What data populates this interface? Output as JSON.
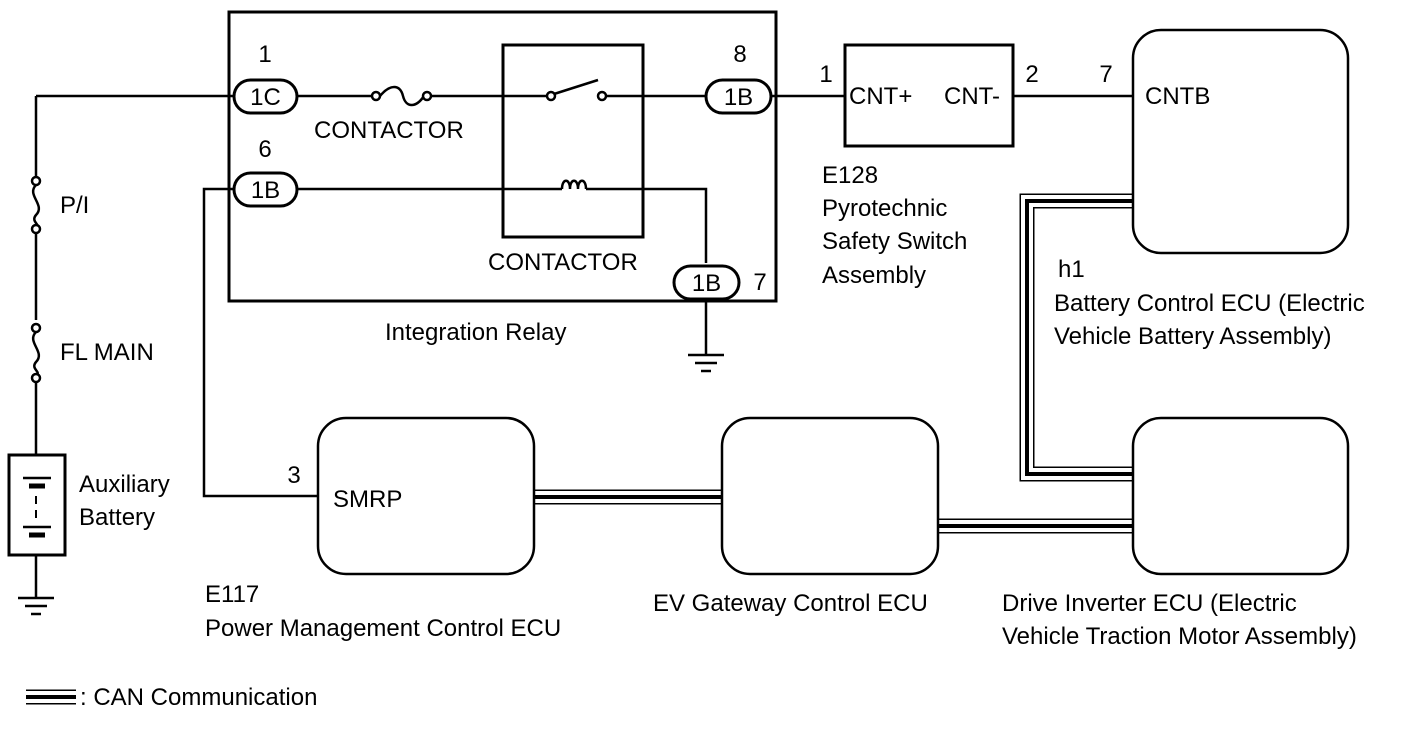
{
  "integration_relay": {
    "label": "Integration Relay",
    "contactor_fuse_label": "CONTACTOR",
    "contactor_relay_label": "CONTACTOR",
    "pin_1": "1",
    "pin_6": "6",
    "pin_8": "8",
    "pin_7": "7",
    "conn_1c": "1C",
    "conn_1b_left": "1B",
    "conn_1b_right": "1B",
    "conn_1b_bottom": "1B"
  },
  "pyro_switch": {
    "code": "E128",
    "name_line1": "Pyrotechnic",
    "name_line2": "Safety Switch",
    "name_line3": "Assembly",
    "term_plus": "CNT+",
    "term_minus": "CNT-",
    "pin_1": "1",
    "pin_2": "2"
  },
  "battery_ecu": {
    "code": "h1",
    "name_line1": "Battery Control ECU (Electric",
    "name_line2": "Vehicle Battery Assembly)",
    "terminal": "CNTB",
    "pin_7": "7"
  },
  "power_mgmt_ecu": {
    "code": "E117",
    "name": "Power Management Control ECU",
    "terminal": "SMRP",
    "pin_3": "3"
  },
  "gateway_ecu": {
    "name": "EV Gateway Control ECU"
  },
  "inverter_ecu": {
    "name_line1": "Drive Inverter ECU (Electric",
    "name_line2": "Vehicle Traction Motor Assembly)"
  },
  "fuses": {
    "pi": "P/I",
    "fl_main": "FL MAIN"
  },
  "battery": {
    "line1": "Auxiliary",
    "line2": "Battery"
  },
  "legend": {
    "can": ": CAN Communication"
  }
}
